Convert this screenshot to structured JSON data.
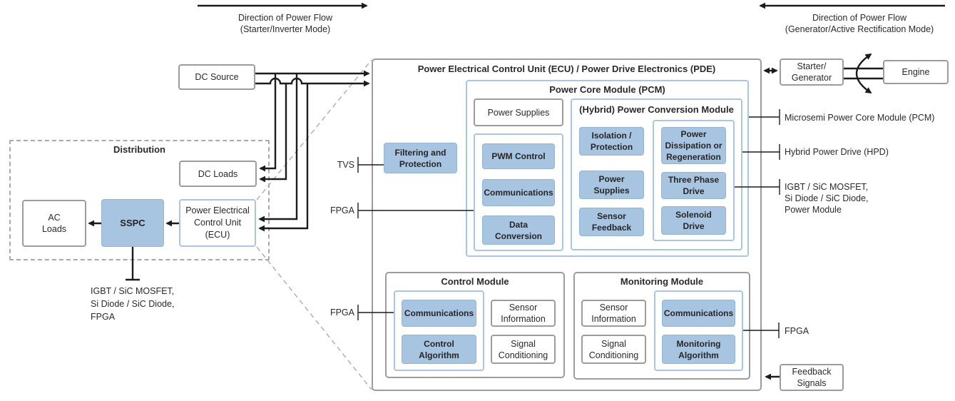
{
  "flow_arrows": {
    "left": {
      "text": "Direction of Power Flow\n(Starter/Inverter Mode)"
    },
    "right": {
      "text": "Direction of Power Flow\n(Generator/Active Rectification Mode)"
    }
  },
  "left_section": {
    "dc_source": "DC Source",
    "distribution_title": "Distribution",
    "dc_loads": "DC Loads",
    "ac_loads": "AC\nLoads",
    "sspc": "SSPC",
    "ecu_small": "Power Electrical\nControl Unit\n(ECU)",
    "sspc_note": "IGBT / SiC MOSFET,\nSi Diode / SiC Diode,\nFPGA"
  },
  "main_unit": {
    "title": "Power Electrical Control Unit (ECU) / Power Drive Electronics (PDE)",
    "filtering": "Filtering and\nProtection",
    "pcm": {
      "title": "Power Core Module (PCM)",
      "power_supplies": "Power Supplies",
      "control_stack": [
        "PWM Control",
        "Communications",
        "Data\nConversion"
      ],
      "hybrid": {
        "title": "(Hybrid) Power Conversion Module",
        "left_stack": [
          "Isolation /\nProtection",
          "Power\nSupplies",
          "Sensor\nFeedback"
        ],
        "drive_stack": [
          "Power\nDissipation or\nRegeneration",
          "Three Phase\nDrive",
          "Solenoid\nDrive"
        ]
      }
    },
    "control_module": {
      "title": "Control Module",
      "blue": [
        "Communications",
        "Control\nAlgorithm"
      ],
      "white": [
        "Sensor\nInformation",
        "Signal\nConditioning"
      ]
    },
    "monitoring_module": {
      "title": "Monitoring Module",
      "white": [
        "Sensor\nInformation",
        "Signal\nConditioning"
      ],
      "blue": [
        "Communications",
        "Monitoring\nAlgorithm"
      ]
    }
  },
  "callouts": {
    "tvs": "TVS",
    "fpga_pcm": "FPGA",
    "fpga_control": "FPGA",
    "fpga_monitoring": "FPGA",
    "microsemi": "Microsemi Power Core Module (PCM)",
    "hpd": "Hybrid Power Drive (HPD)",
    "igbt_right": "IGBT / SiC MOSFET,\nSi Diode / SiC Diode,\nPower Module"
  },
  "right_section": {
    "starter_generator": "Starter/\nGenerator",
    "engine": "Engine",
    "feedback_signals": "Feedback\nSignals"
  },
  "colors": {
    "blue_fill": "#a7c4e0",
    "container_border": "#aac7e2",
    "gray_border": "#9c9c9c",
    "line_color": "#1c1c1c",
    "dashed_gray": "#b5b5b5"
  }
}
